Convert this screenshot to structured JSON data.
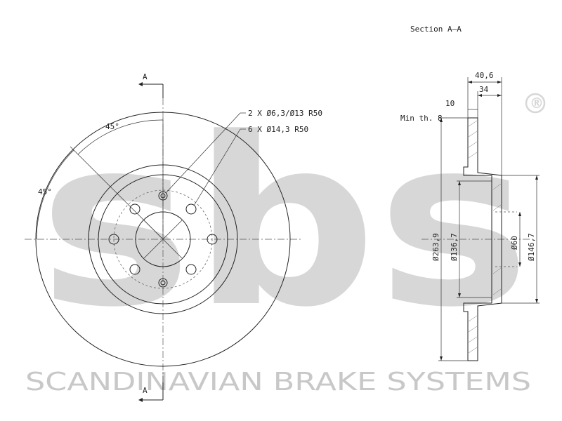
{
  "logo": {
    "text": "sbs",
    "registered": "®"
  },
  "brand": "SCANDINAVIAN BRAKE SYSTEMS",
  "section": {
    "title": "Section A–A",
    "marker_top": "A",
    "marker_bottom": "A"
  },
  "front_view": {
    "angle_top": "45°",
    "angle_left": "45°",
    "hole_callouts": [
      "2 X Ø6,3/Ø13  R50",
      "6 X Ø14,3  R50"
    ]
  },
  "side_view": {
    "dims": {
      "overall_width": "40,6",
      "hat_width": "34",
      "thickness": "10",
      "min_thickness": "Min th. 8",
      "outer_diameter": "Ø263,9",
      "hat_outer_diameter": "Ø136,7",
      "bore": "Ø60",
      "hat_diameter": "Ø146,7"
    }
  }
}
